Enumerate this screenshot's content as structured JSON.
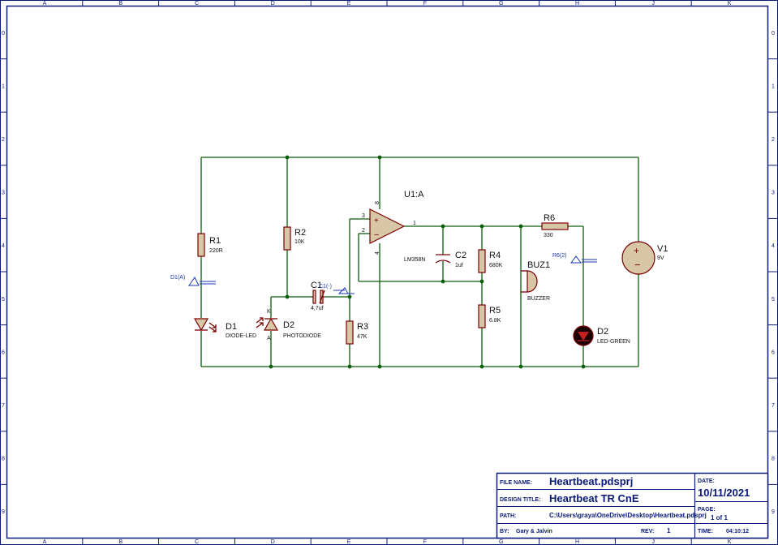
{
  "border": {
    "columns": [
      "A",
      "B",
      "C",
      "D",
      "E",
      "F",
      "G",
      "H",
      "J",
      "K"
    ],
    "rows": [
      "0",
      "1",
      "2",
      "3",
      "4",
      "5",
      "6",
      "7",
      "8",
      "9"
    ]
  },
  "components": {
    "r1": {
      "ref": "R1",
      "value": "220R"
    },
    "r2": {
      "ref": "R2",
      "value": "10K"
    },
    "r3": {
      "ref": "R3",
      "value": "47K"
    },
    "r4": {
      "ref": "R4",
      "value": "680K"
    },
    "r5": {
      "ref": "R5",
      "value": "6.8K"
    },
    "r6": {
      "ref": "R6",
      "value": "330"
    },
    "c1": {
      "ref": "C1",
      "value": "4,7uf",
      "pin_label": "C1(-)"
    },
    "c2": {
      "ref": "C2",
      "value": "1uf"
    },
    "d1": {
      "ref": "D1",
      "value": "DIODE-LED"
    },
    "d2_photo": {
      "ref": "D2",
      "value": "PHOTODIODE",
      "pin_k": "K",
      "pin_a": "A"
    },
    "d2_led": {
      "ref": "D2",
      "value": "LED-GREEN"
    },
    "u1": {
      "ref": "U1:A",
      "value": "LM358N",
      "pin_plus_in": "3",
      "pin_minus_in": "2",
      "pin_out": "1",
      "pin_vcc": "8",
      "pin_gnd": "4",
      "plus": "+",
      "minus": "−"
    },
    "buz1": {
      "ref": "BUZ1",
      "value": "BUZZER"
    },
    "v1": {
      "ref": "V1",
      "value": "9V",
      "plus": "+",
      "minus": "−"
    }
  },
  "probes": {
    "d1a": "D1(A)",
    "r6_2": "R6(2)"
  },
  "title_block": {
    "file_name_label": "FILE NAME:",
    "file_name": "Heartbeat.pdsprj",
    "design_title_label": "DESIGN TITLE:",
    "design_title": "Heartbeat TR CnE",
    "path_label": "PATH:",
    "path": "C:\\Users\\graya\\OneDrive\\Desktop\\Heartbeat.pdsprj",
    "by_label": "BY:",
    "by": "Gary & Jalvin",
    "rev_label": "REV:",
    "rev": "1",
    "date_label": "DATE:",
    "date": "10/11/2021",
    "page_label": "PAGE:",
    "page": "1 of 1",
    "time_label": "TIME:",
    "time": "04:10:12"
  },
  "colors": {
    "border": "#0a1a7a",
    "wire": "#0b5e0b",
    "component_outline": "#7a0000",
    "component_fill": "#d7c7a6",
    "probe": "#1a37b5"
  }
}
